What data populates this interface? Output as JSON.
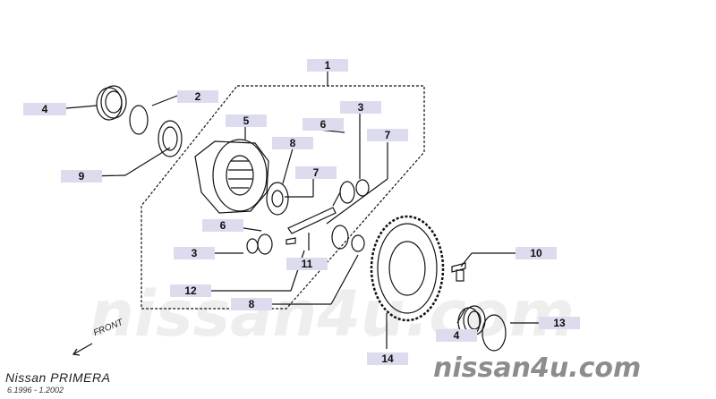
{
  "callouts": [
    {
      "id": "c1",
      "label": "1"
    },
    {
      "id": "c2",
      "label": "2"
    },
    {
      "id": "c3a",
      "label": "3"
    },
    {
      "id": "c3b",
      "label": "3"
    },
    {
      "id": "c4a",
      "label": "4"
    },
    {
      "id": "c4b",
      "label": "4"
    },
    {
      "id": "c5",
      "label": "5"
    },
    {
      "id": "c6a",
      "label": "6"
    },
    {
      "id": "c6b",
      "label": "6"
    },
    {
      "id": "c7a",
      "label": "7"
    },
    {
      "id": "c7b",
      "label": "7"
    },
    {
      "id": "c8a",
      "label": "8"
    },
    {
      "id": "c8b",
      "label": "8"
    },
    {
      "id": "c9",
      "label": "9"
    },
    {
      "id": "c10",
      "label": "10"
    },
    {
      "id": "c11",
      "label": "11"
    },
    {
      "id": "c12",
      "label": "12"
    },
    {
      "id": "c13",
      "label": "13"
    },
    {
      "id": "c14",
      "label": "14"
    }
  ],
  "footer": {
    "model": "Nissan PRIMERA",
    "dates": "6.1996 - 1.2002",
    "site": "nissan4u.com"
  },
  "orientation": {
    "front_label": "FRONT"
  },
  "watermark": "nissan4u.com",
  "colors": {
    "callout_bg": "#dcdcee",
    "line": "#111111",
    "watermark": "#eeeeee"
  }
}
